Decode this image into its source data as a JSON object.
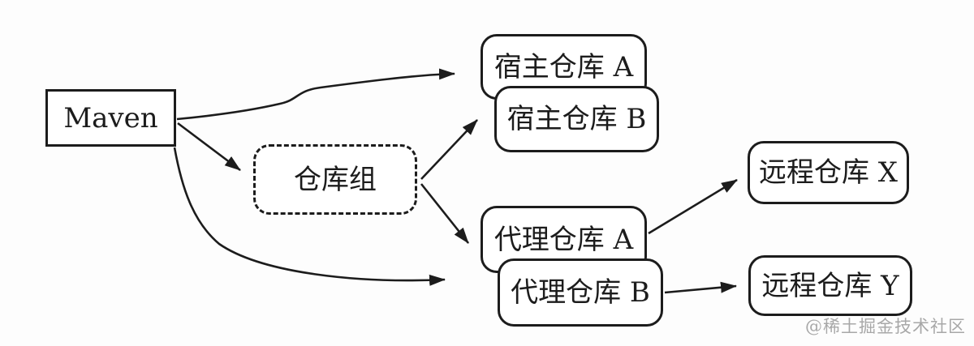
{
  "diagram": {
    "nodes": {
      "maven": {
        "label": "Maven"
      },
      "repo_group": {
        "label": "仓库组"
      },
      "hosted_a": {
        "label": "宿主仓库 A"
      },
      "hosted_b": {
        "label": "宿主仓库 B"
      },
      "proxy_a": {
        "label": "代理仓库 A"
      },
      "proxy_b": {
        "label": "代理仓库 B"
      },
      "remote_x": {
        "label": "远程仓库 X"
      },
      "remote_y": {
        "label": "远程仓库 Y"
      }
    },
    "edges": [
      {
        "from": "maven",
        "to": "hosted_a",
        "style": "curved"
      },
      {
        "from": "maven",
        "to": "repo_group",
        "style": "straight"
      },
      {
        "from": "maven",
        "to": "proxy_b",
        "style": "curved"
      },
      {
        "from": "repo_group",
        "to": "hosted_b",
        "style": "straight"
      },
      {
        "from": "repo_group",
        "to": "proxy_a",
        "style": "straight"
      },
      {
        "from": "proxy_a",
        "to": "remote_x",
        "style": "straight"
      },
      {
        "from": "proxy_b",
        "to": "remote_y",
        "style": "straight"
      }
    ],
    "colors": {
      "line": "#1c1c1c",
      "node_fill": "#ffffff",
      "watermark_gray": "#a8a8a8"
    }
  },
  "watermark": {
    "text": "@稀土掘金技术社区"
  }
}
